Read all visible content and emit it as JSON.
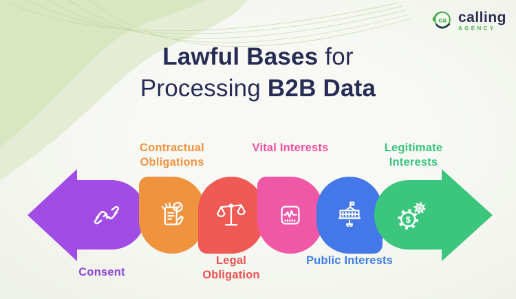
{
  "logo": {
    "icon_text": "ca",
    "name": "calling",
    "subname": "AGENCY",
    "green": "#4aae4e",
    "navy": "#2b3054"
  },
  "title": {
    "line1_bold": "Lawful Bases",
    "line1_light": " for",
    "line2_light": "Processing ",
    "line2_bold": "B2B Data",
    "color": "#272c54"
  },
  "diagram": {
    "items": [
      {
        "label": "Consent",
        "color": "#a14ce4",
        "label_color": "#8b45d9",
        "icon": "handshake-icon",
        "shape": "left-arrow",
        "label_position": "below"
      },
      {
        "label": "Contractual Obligations",
        "color": "#f0933e",
        "label_color": "#f0923f",
        "icon": "contract-document-icon",
        "shape": "blob",
        "label_position": "above"
      },
      {
        "label": "Legal Obligation",
        "color": "#f05a55",
        "label_color": "#ee5150",
        "icon": "justice-scales-icon",
        "shape": "blob",
        "label_position": "below"
      },
      {
        "label": "Vital Interests",
        "color": "#ef58a7",
        "label_color": "#ef4f9f",
        "icon": "vitals-monitor-icon",
        "shape": "blob",
        "label_position": "above"
      },
      {
        "label": "Public Interests",
        "color": "#4478e8",
        "label_color": "#3c7ce9",
        "icon": "government-building-icon",
        "shape": "blob",
        "label_position": "below"
      },
      {
        "label": "Legitimate Interests",
        "color": "#3cc57d",
        "label_color": "#3ac380",
        "icon": "gears-dollar-icon",
        "shape": "right-arrow",
        "label_position": "above"
      }
    ]
  }
}
